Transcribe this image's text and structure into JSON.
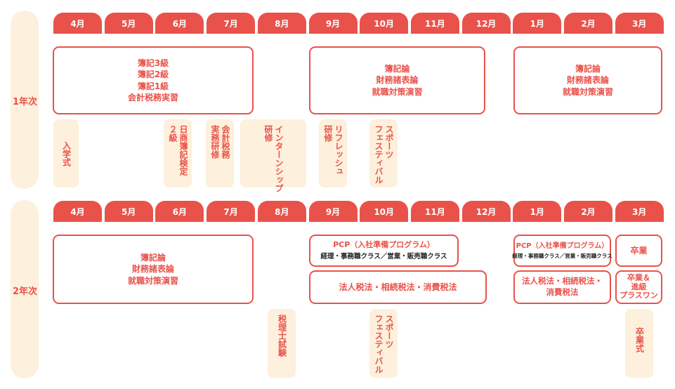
{
  "months": [
    "4月",
    "5月",
    "6月",
    "7月",
    "8月",
    "9月",
    "10月",
    "11月",
    "12月",
    "1月",
    "2月",
    "3月"
  ],
  "year1": {
    "label": "1年次",
    "box_a": [
      "簿記3級",
      "簿記2級",
      "簿記1級",
      "会計税務実習"
    ],
    "box_b": [
      "簿記論",
      "財務諸表論",
      "就職対策演習"
    ],
    "box_c": [
      "簿記論",
      "財務諸表論",
      "就職対策演習"
    ],
    "events": {
      "entrance": "入学式",
      "nissho": "日商簿記検定\n２級",
      "kaikei": "会計税務\n実務研修",
      "intern": "インターンシップ\n研修",
      "refresh": "リフレッシュ\n研修",
      "sports": "スポーツ\nフェスティバル"
    }
  },
  "year2": {
    "label": "2年次",
    "box_a": [
      "簿記論",
      "財務諸表論",
      "就職対策演習"
    ],
    "pcp1_title": "PCP（入社準備プログラム）",
    "pcp1_sub": "経理・事務職クラス／営業・販売職クラス",
    "tax1": "法人税法・相続税法・消費税法",
    "pcp2_title": "PCP（入社準備プログラム）",
    "pcp2_sub": "経理・事務職クラス／営業・販売職クラス",
    "tax2": [
      "法人税法・相続税法・",
      "消費税法"
    ],
    "grad": "卒業",
    "plus": [
      "卒業＆",
      "進級",
      "プラスワン"
    ],
    "events": {
      "zeirishi": "税理士試験",
      "sports": "スポーツ\nフェスティバル",
      "ceremony": "卒業式"
    }
  }
}
